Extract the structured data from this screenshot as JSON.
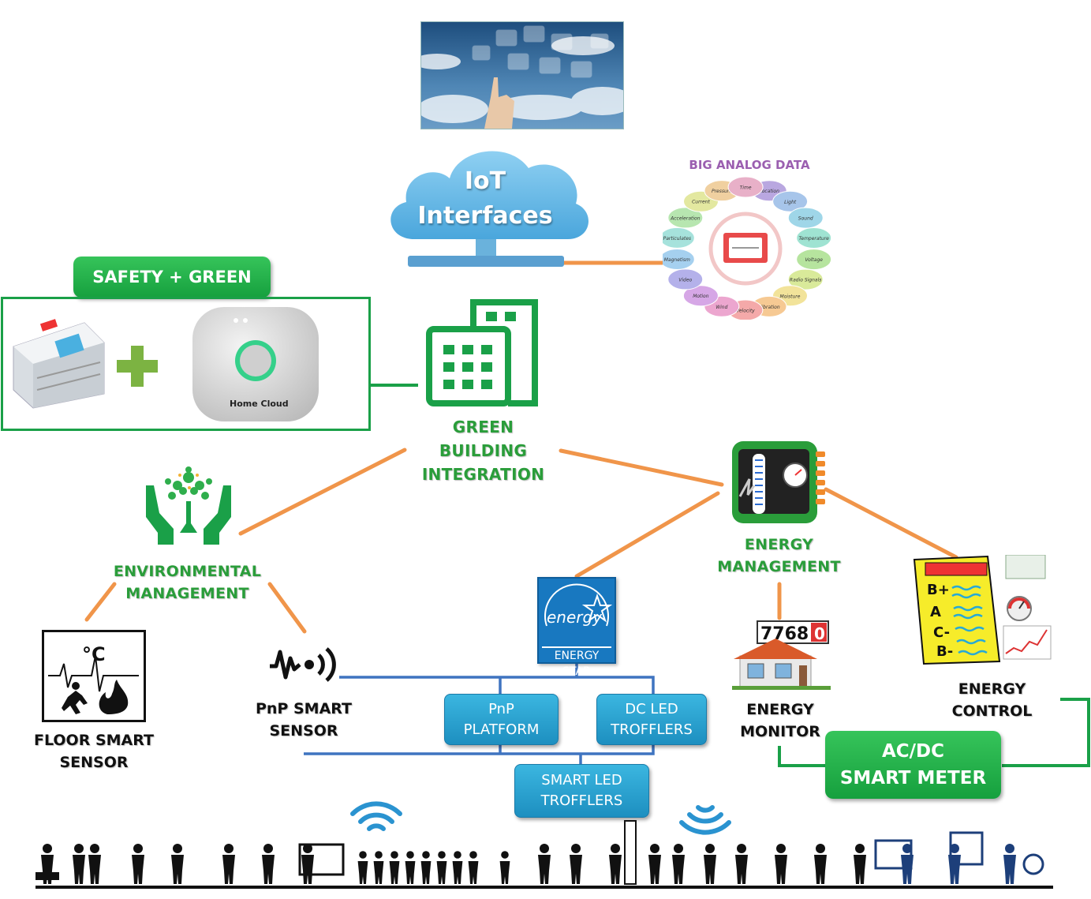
{
  "cloud": {
    "line1": "IoT",
    "line2": "Interfaces"
  },
  "big_data": {
    "title": "BIG ANALOG DATA",
    "bubbles": [
      "Location",
      "Light",
      "Sound",
      "Temperature",
      "Voltage",
      "Radio Signals",
      "Moisture",
      "Vibration",
      "Velocity",
      "Wind",
      "Motion",
      "Video",
      "Magnetism",
      "Particulates",
      "Acceleration",
      "Current",
      "Pressure",
      "Time"
    ]
  },
  "safety": {
    "label": "SAFETY + GREEN",
    "device_brand": "Home Cloud"
  },
  "green_building": {
    "line1": "GREEN",
    "line2": "BUILDING",
    "line3": "INTEGRATION"
  },
  "environmental": {
    "line1": "ENVIRONMENTAL",
    "line2": "MANAGEMENT"
  },
  "energy_mgmt": {
    "line1": "ENERGY",
    "line2": "MANAGEMENT"
  },
  "floor_sensor": {
    "line1": "FLOOR SMART",
    "line2": "SENSOR",
    "icon_text": "°C"
  },
  "pnp_sensor": {
    "line1": "PnP SMART",
    "line2": "SENSOR"
  },
  "energy_star": {
    "label": "ENERGY STAR",
    "script": "energy"
  },
  "pnp_platform": {
    "line1": "PnP",
    "line2": "PLATFORM"
  },
  "dc_led": {
    "line1": "DC LED",
    "line2": "TROFFLERS"
  },
  "smart_led": {
    "line1": "SMART LED",
    "line2": "TROFFLERS"
  },
  "energy_monitor": {
    "line1": "ENERGY",
    "line2": "MONITOR",
    "meter_digits": "7768",
    "meter_tenths": "0"
  },
  "energy_control": {
    "line1": "ENERGY",
    "line2": "CONTROL",
    "grades": [
      "B+",
      "A",
      "C-",
      "B-"
    ]
  },
  "smart_meter": {
    "line1": "AC/DC",
    "line2": "SMART METER"
  },
  "colors": {
    "green": "#2a9d3a",
    "orange": "#f0954a",
    "blue": "#3f74c0",
    "cloud": "#5fb8e8"
  }
}
